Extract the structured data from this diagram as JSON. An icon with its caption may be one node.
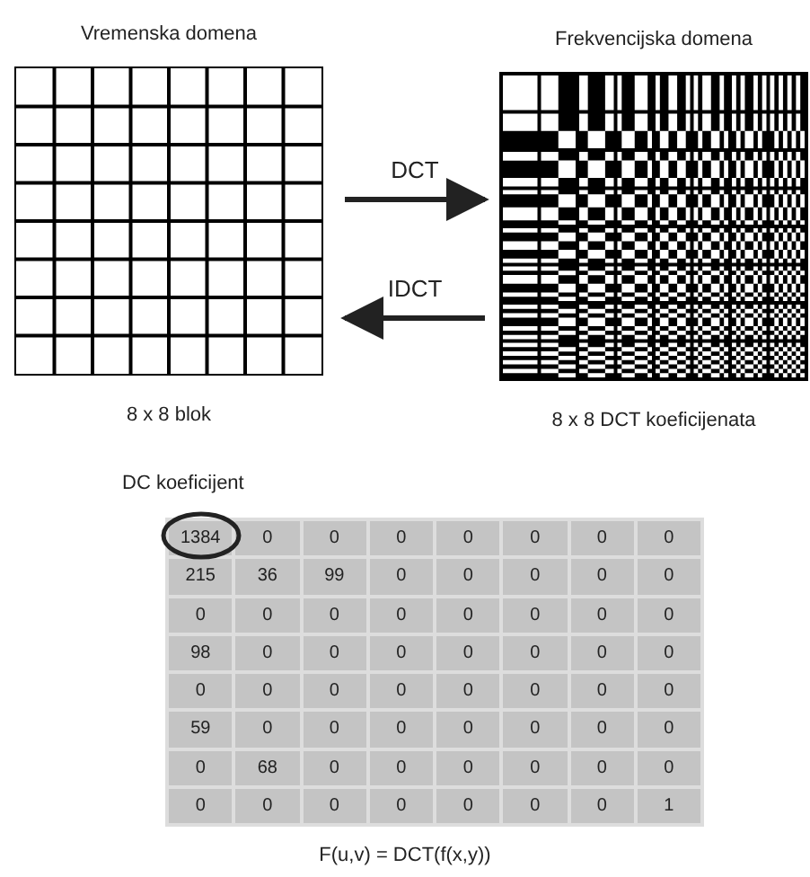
{
  "diagram": {
    "caption": "F(u,v) = DCT(f(x,y))",
    "nodes": [
      {
        "text": [
          "Vremenska domena",
          "8 x 8 blok"
        ]
      },
      {
        "text": [
          "Frekvencijska domena",
          "8 x 8 DCT koeficijenata"
        ]
      }
    ],
    "edges": [
      {
        "from": 0,
        "to": 1,
        "arrow": "to",
        "label": "DCT"
      },
      {
        "from": 1,
        "to": 0,
        "arrow": "to",
        "label": "IDCT"
      }
    ],
    "labels": [
      "DC koeficijent",
      "1384",
      "0",
      "0",
      "0",
      "0",
      "0",
      "0",
      "0",
      "215",
      "36",
      "99",
      "0",
      "0",
      "0",
      "0",
      "0",
      "0",
      "0",
      "0",
      "0",
      "0",
      "0",
      "0",
      "0",
      "98",
      "0",
      "0",
      "0",
      "0",
      "0",
      "0",
      "0",
      "0",
      "0",
      "0",
      "0",
      "0",
      "0",
      "0",
      "0",
      "59",
      "0",
      "0",
      "0",
      "0",
      "0",
      "0",
      "0",
      "0",
      "68",
      "0",
      "0",
      "0",
      "0",
      "0",
      "0",
      "0",
      "0",
      "0",
      "0",
      "0",
      "0",
      "0",
      "1"
    ]
  }
}
